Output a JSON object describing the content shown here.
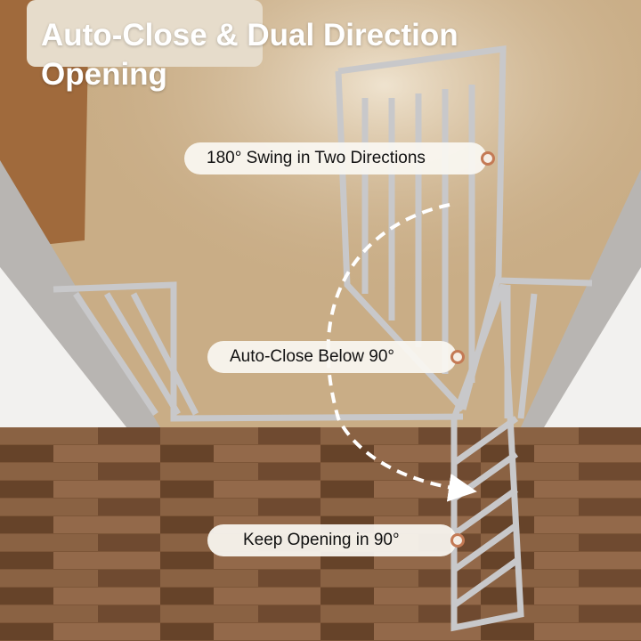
{
  "title": {
    "line1": "Auto-Close & Dual Direction",
    "line2": "Opening"
  },
  "labels": [
    {
      "text": "180° Swing in Two Directions"
    },
    {
      "text": "Auto-Close Below 90°"
    },
    {
      "text": "Keep Opening in 90°"
    }
  ],
  "colors": {
    "accent": "#c47a55",
    "gate": "#c8c8ca",
    "carpet": "#c9ad86",
    "floor": "#7a5436"
  }
}
